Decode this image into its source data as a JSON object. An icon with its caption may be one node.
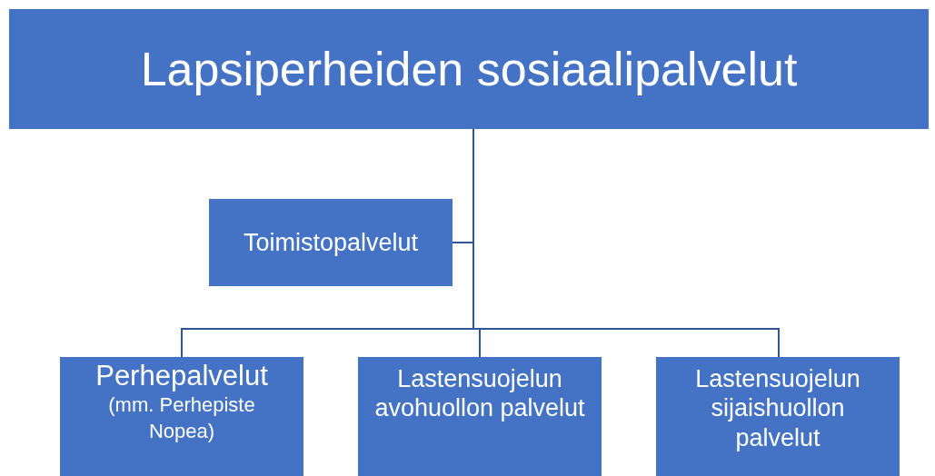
{
  "diagram": {
    "nodes": [
      {
        "text": [
          "Lapsiperheiden sosiaalipalvelut"
        ]
      },
      {
        "text": [
          "Toimistopalvelut"
        ]
      },
      {
        "text": [
          "Perhepalvelut",
          "(mm. Perhepiste Nopea)"
        ]
      },
      {
        "text": [
          "Lastensuojelun avohuollon palvelut"
        ]
      },
      {
        "text": [
          "Lastensuojelun sijaishuollon palvelut"
        ]
      }
    ],
    "edges": [
      {
        "from": 0,
        "to": 1,
        "arrow": "none"
      },
      {
        "from": 0,
        "to": 2,
        "arrow": "none"
      },
      {
        "from": 0,
        "to": 3,
        "arrow": "none"
      },
      {
        "from": 0,
        "to": 4,
        "arrow": "none"
      }
    ]
  }
}
